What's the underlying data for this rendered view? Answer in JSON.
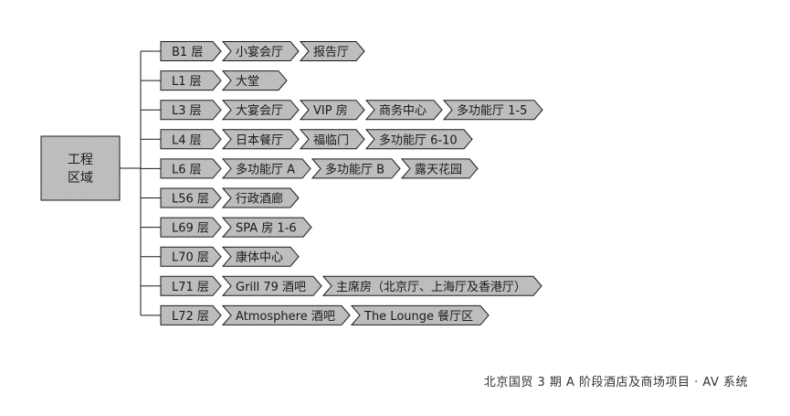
{
  "root": {
    "lines": [
      "工程",
      "区域"
    ]
  },
  "rows": [
    {
      "floor": "B1 层",
      "areas": [
        "小宴会厅",
        "报告厅"
      ]
    },
    {
      "floor": "L1 层",
      "areas": [
        "大堂"
      ]
    },
    {
      "floor": "L3 层",
      "areas": [
        "大宴会厅",
        "VIP 房",
        "商务中心",
        "多功能厅 1-5"
      ]
    },
    {
      "floor": "L4 层",
      "areas": [
        "日本餐厅",
        "福临门",
        "多功能厅 6-10"
      ]
    },
    {
      "floor": "L6 层",
      "areas": [
        "多功能厅 A",
        "多功能厅 B",
        "露天花园"
      ]
    },
    {
      "floor": "L56 层",
      "areas": [
        "行政酒廊"
      ]
    },
    {
      "floor": "L69 层",
      "areas": [
        "SPA 房 1-6"
      ]
    },
    {
      "floor": "L70 层",
      "areas": [
        "康体中心"
      ]
    },
    {
      "floor": "L71 层",
      "areas": [
        "Grill 79 酒吧",
        "主席房（北京厅、上海厅及香港厅）"
      ]
    },
    {
      "floor": "L72 层",
      "areas": [
        "Atmosphere 酒吧",
        "The Lounge 餐厅区"
      ]
    }
  ],
  "footer": "北京国贸 3 期 A 阶段酒店及商场项目 · AV 系统",
  "colors": {
    "fill": "#bfbfbf",
    "stroke": "#1a1a1a",
    "line": "#1a1a1a",
    "text": "#1a1a1a"
  }
}
